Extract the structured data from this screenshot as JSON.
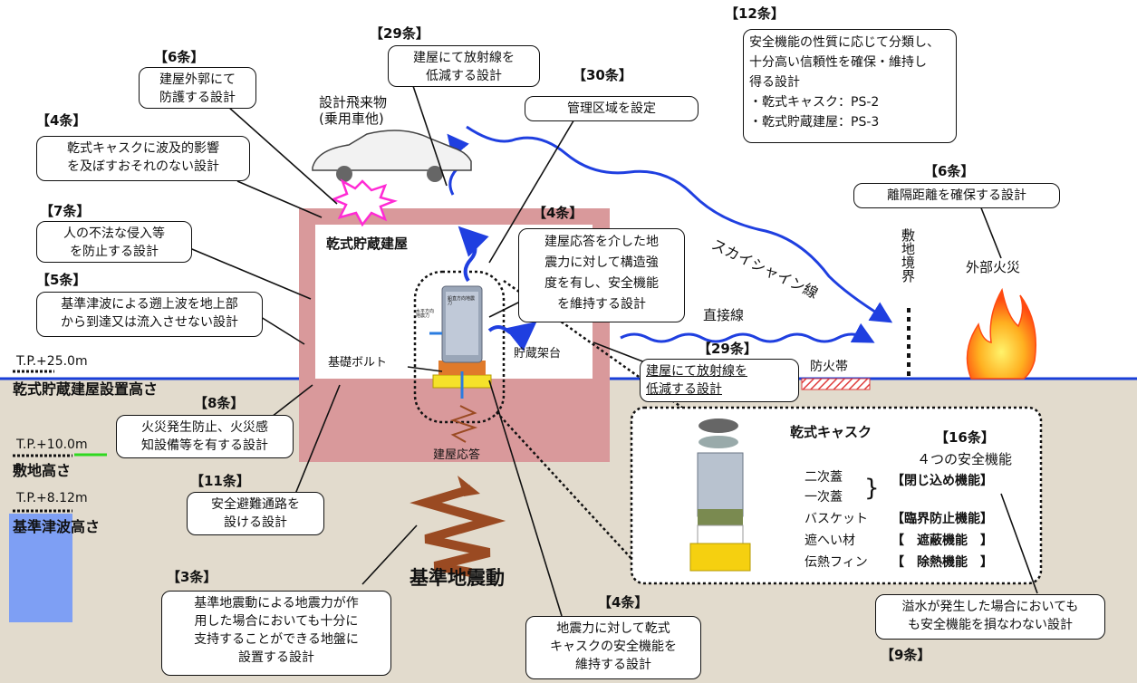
{
  "facility": {
    "building": "乾式貯蔵建屋",
    "cask_title": "乾式キャスク",
    "bolt": "基礎ボルト",
    "rack": "貯蔵架台",
    "response": "建屋応答",
    "ground_motion": "基準地震動",
    "aircraft_line1": "設計飛来物",
    "aircraft_line2": "(乗用車他)",
    "skyshine": "スカイシャイン線",
    "direct": "直接線",
    "site_boundary": "敷地境界",
    "external_fire": "外部火災",
    "firebreak": "防火帯",
    "cask_icon_vertical": "鉛直方向地震力",
    "cask_icon_horizontal": "水平方向地震力"
  },
  "levels": {
    "tp_25": "T.P.+25.0m",
    "building_height": "乾式貯蔵建屋設置高さ",
    "tp_10": "T.P.+10.0m",
    "site_height": "敷地高さ",
    "tp_812": "T.P.+8.12m",
    "tsunami_height": "基準津波高さ"
  },
  "callouts": {
    "art29_top": {
      "label": "【29条】",
      "lines": [
        "建屋にて放射線を",
        "低減する設計"
      ]
    },
    "art6_top": {
      "label": "【6条】",
      "lines": [
        "建屋外郭にて",
        "防護する設計"
      ]
    },
    "art30": {
      "label": "【30条】",
      "lines": [
        "管理区域を設定"
      ]
    },
    "art4_left": {
      "label": "【4条】",
      "lines": [
        "乾式キャスクに波及的影響",
        "を及ぼすおそれのない設計"
      ]
    },
    "art7": {
      "label": "【7条】",
      "lines": [
        "人の不法な侵入等",
        "を防止する設計"
      ]
    },
    "art5": {
      "label": "【5条】",
      "lines": [
        "基準津波による遡上波を地上部",
        "から到達又は流入させない設計"
      ]
    },
    "art12": {
      "label": "【12条】",
      "lines": [
        "安全機能の性質に応じて分類し、",
        "十分高い信頼性を確保・維持し",
        "得る設計",
        "・乾式キャスク：PS-2",
        "・乾式貯蔵建屋：PS-3"
      ]
    },
    "art6_right": {
      "label": "【6条】",
      "lines": [
        "離隔距離を確保する設計"
      ]
    },
    "art4_mid": {
      "label": "【4条】",
      "lines": [
        "建屋応答を介した地",
        "震力に対して構造強",
        "度を有し、安全機能",
        "を維持する設計"
      ]
    },
    "art29_right": {
      "label": "【29条】",
      "lines": [
        "建屋にて放射線を",
        "低減する設計"
      ]
    },
    "art8": {
      "label": "【8条】",
      "lines": [
        "火災発生防止、火災感",
        "知設備等を有する設計"
      ]
    },
    "art11": {
      "label": "【11条】",
      "lines": [
        "安全避難通路を",
        "設ける設計"
      ]
    },
    "art3": {
      "label": "【3条】",
      "lines": [
        "基準地震動による地震力が作",
        "用した場合においても十分に",
        "支持することができる地盤に",
        "設置する設計"
      ]
    },
    "art4_bottom": {
      "label": "【4条】",
      "lines": [
        "地震力に対して乾式",
        "キャスクの安全機能を",
        "維持する設計"
      ]
    },
    "art9": {
      "label": "【9条】",
      "lines": [
        "溢水が発生した場合においても",
        "も安全機能を損なわない設計"
      ]
    }
  },
  "cask_detail": {
    "art16_label": "【16条】",
    "functions_title": "４つの安全機能",
    "parts": [
      "二次蓋",
      "一次蓋",
      "バスケット",
      "遮へい材",
      "伝熱フィン"
    ],
    "functions": [
      "【閉じ込め機能】",
      "【臨界防止機能】",
      "【　遮蔽機能　】",
      "【　除熱機能　】"
    ]
  },
  "colors": {
    "ground": "#e8e0d3",
    "building": "#d9999b",
    "tsunami": "#7e9ff4",
    "radiation": "#1f3fe0",
    "ground_line": "#1a3fd8",
    "site_line": "#2fd81f",
    "seismic": "#9a4a22"
  }
}
